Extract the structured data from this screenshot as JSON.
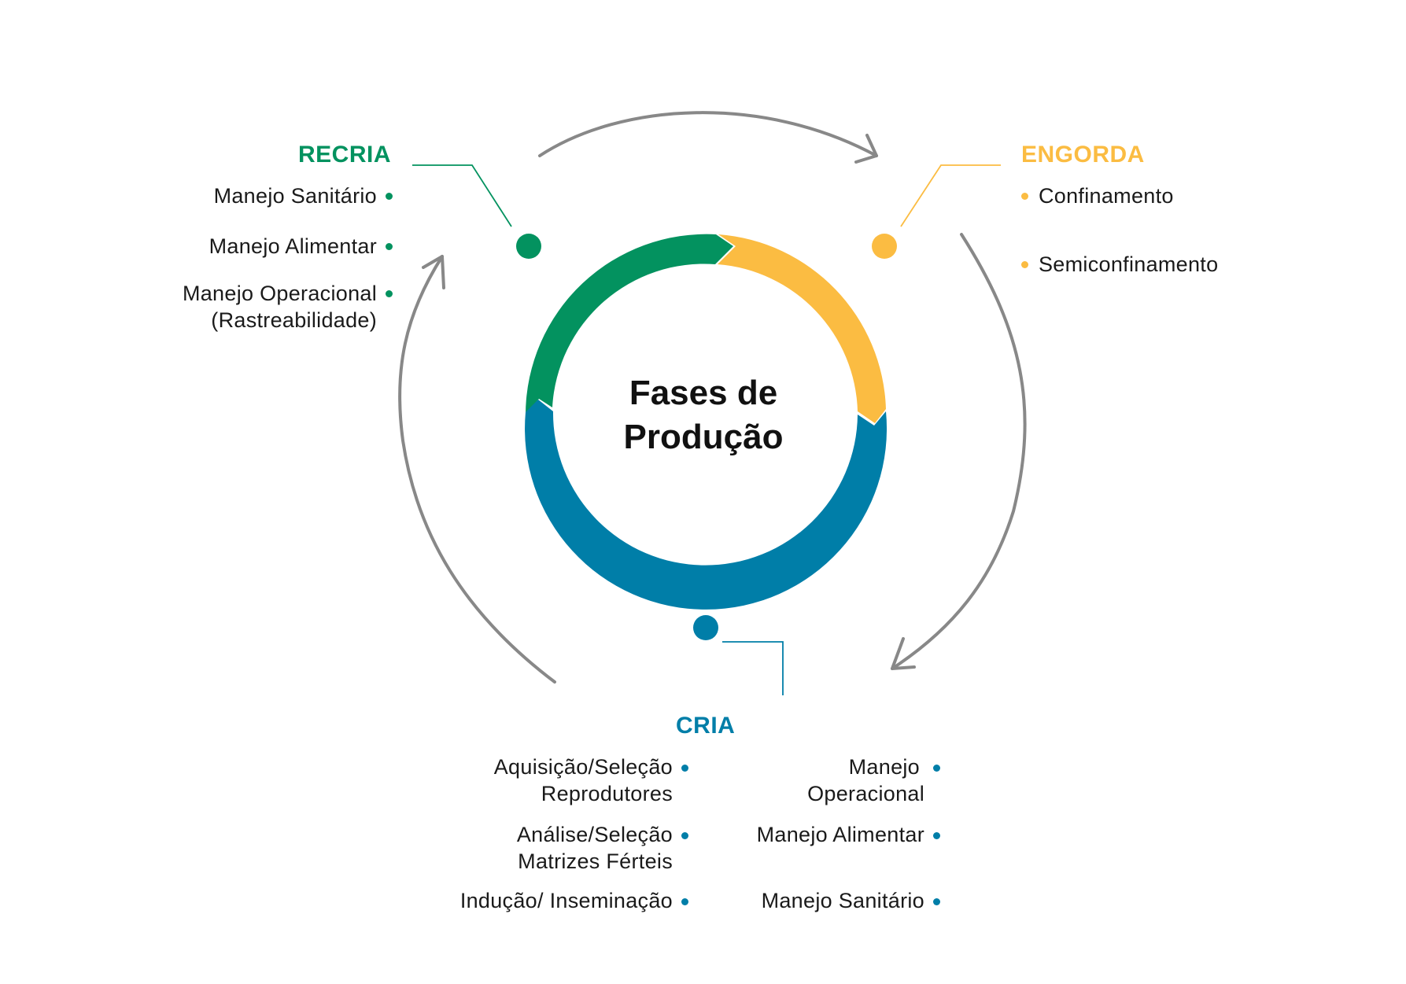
{
  "title": "Fases de Produção",
  "title_line1": "Fases de",
  "title_line2": "Produção",
  "colors": {
    "recria": "#03925f",
    "engorda": "#fbbc42",
    "cria": "#007ea8",
    "arrow": "#888888"
  },
  "phases": {
    "recria": {
      "name": "RECRIA",
      "items": [
        "Manejo Sanitário",
        "Manejo Alimentar",
        "Manejo Operacional",
        "(Rastreabilidade)"
      ]
    },
    "engorda": {
      "name": "ENGORDA",
      "items": [
        "Confinamento",
        "Semiconfinamento"
      ]
    },
    "cria": {
      "name": "CRIA",
      "left_items": [
        "Aquisição/Seleção",
        "Reprodutores",
        "Análise/Seleção",
        "Matrizes Férteis",
        "Indução/ Inseminação"
      ],
      "right_items": [
        "Manejo",
        "Operacional",
        "Manejo Alimentar",
        "Manejo Sanitário"
      ]
    }
  }
}
